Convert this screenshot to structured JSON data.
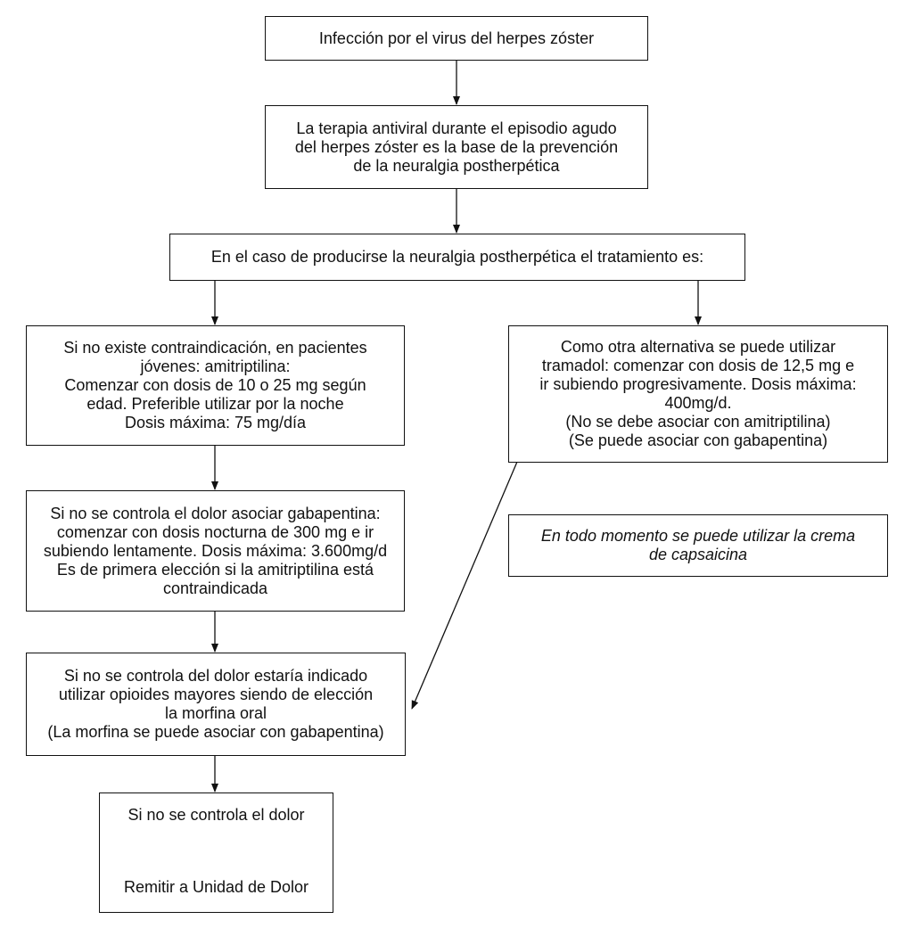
{
  "diagram": {
    "start_box": {
      "text": "Infección por el virus del herpes zóster"
    },
    "antiviral_box": {
      "lines": [
        "La terapia antiviral durante el episodio agudo",
        "del herpes zóster es la base de  la prevención",
        "de la neuralgia postherpética"
      ]
    },
    "treatment_header_box": {
      "text": "En el caso de producirse la neuralgia postherpética el tratamiento es:"
    },
    "amitriptilina_box": {
      "lines": [
        "Si no existe contraindicación, en pacientes",
        "jóvenes: amitriptilina:",
        "Comenzar con dosis de 10 o 25 mg según",
        "edad. Preferible utilizar por la noche",
        "Dosis máxima: 75 mg/día"
      ]
    },
    "tramadol_box": {
      "lines": [
        "Como otra alternativa se puede utilizar",
        "tramadol: comenzar con dosis de 12,5 mg e",
        "ir subiendo progresivamente. Dosis máxima:",
        "400mg/d.",
        "(No se debe asociar con amitriptilina)",
        "(Se puede asociar con gabapentina)"
      ]
    },
    "gabapentina_box": {
      "lines": [
        "Si no se controla el dolor asociar gabapentina:",
        "comenzar con dosis nocturna de 300 mg e ir",
        "subiendo lentamente. Dosis máxima: 3.600mg/d",
        "Es de primera elección si la amitriptilina está",
        "contraindicada"
      ]
    },
    "capsaicina_box": {
      "lines": [
        "En todo momento se puede utilizar la crema",
        "de capsaicina"
      ]
    },
    "opioides_box": {
      "lines": [
        "Si no se controla del dolor estaría indicado",
        "utilizar opioides mayores siendo de elección",
        "la morfina oral",
        "(La morfina se puede asociar con gabapentina)"
      ]
    },
    "final_box": {
      "condition": "Si no se controla el dolor",
      "action": "Remitir a Unidad de Dolor"
    }
  }
}
